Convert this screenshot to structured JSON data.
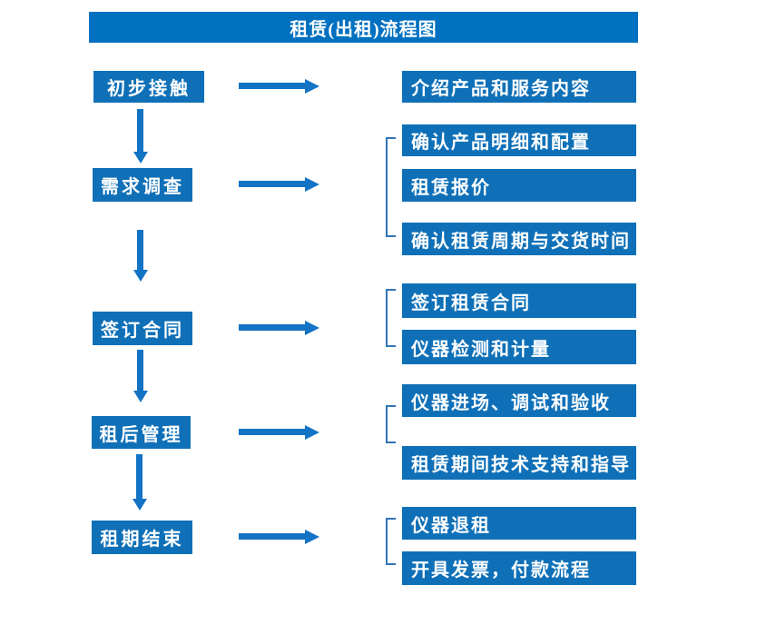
{
  "title": "租赁(出租)流程图",
  "colors": {
    "titlebar": "#0070C0",
    "box": "#0F70B8",
    "arrow": "#1373C4",
    "bracket": "#2E75B6"
  },
  "stages": [
    {
      "label": "初步接触",
      "substeps": [
        "介绍产品和服务内容"
      ]
    },
    {
      "label": "需求调查",
      "substeps": [
        "确认产品明细和配置",
        "租赁报价",
        "确认租赁周期与交货时间"
      ]
    },
    {
      "label": "签订合同",
      "substeps": [
        "签订租赁合同",
        "仪器检测和计量"
      ]
    },
    {
      "label": "租后管理",
      "substeps": [
        "仪器进场、调试和验收",
        "租赁期间技术支持和指导"
      ]
    },
    {
      "label": "租期结束",
      "substeps": [
        "仪器退租",
        "开具发票，付款流程"
      ]
    }
  ]
}
